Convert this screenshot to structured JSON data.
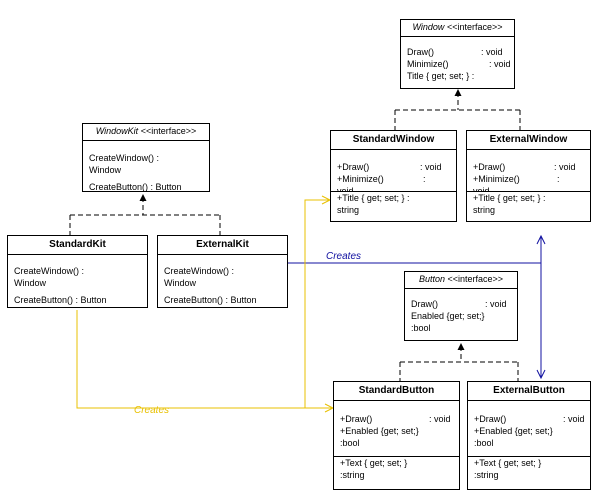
{
  "window_if": {
    "name": "Window",
    "stereo": "<<interface>>",
    "ops": [
      [
        "Draw()",
        ": void"
      ],
      [
        "Minimize()",
        ": void"
      ],
      [
        "Title { get; set; } :",
        ""
      ]
    ]
  },
  "standard_window": {
    "name": "StandardWindow",
    "ops": [
      [
        "+Draw()",
        ": void"
      ],
      [
        "+Minimize()",
        ":"
      ],
      [
        "void",
        ""
      ]
    ],
    "props": [
      [
        "+Title { get; set; } :",
        ""
      ],
      [
        "string",
        ""
      ]
    ]
  },
  "external_window": {
    "name": "ExternalWindow",
    "ops": [
      [
        "+Draw()",
        ": void"
      ],
      [
        "+Minimize()",
        ":"
      ],
      [
        "void",
        ""
      ]
    ],
    "props": [
      [
        "+Title { get; set; } :",
        ""
      ],
      [
        "string",
        ""
      ]
    ]
  },
  "windowkit_if": {
    "name": "WindowKit",
    "stereo": "<<interface>>",
    "ops": [
      "CreateWindow() :",
      "Window",
      "CreateButton() : Button"
    ]
  },
  "standard_kit": {
    "name": "StandardKit",
    "ops": [
      "CreateWindow() :",
      "Window",
      "CreateButton() : Button"
    ]
  },
  "external_kit": {
    "name": "ExternalKit",
    "ops": [
      "CreateWindow() :",
      "Window",
      "CreateButton() : Button"
    ]
  },
  "button_if": {
    "name": "Button",
    "stereo": "<<interface>>",
    "ops": [
      [
        "Draw()",
        ": void"
      ],
      [
        "Enabled {get; set;}",
        ""
      ],
      [
        ":bool",
        ""
      ]
    ]
  },
  "standard_button": {
    "name": "StandardButton",
    "ops": [
      [
        "+Draw()",
        ": void"
      ],
      [
        "+Enabled {get; set;}",
        ""
      ],
      [
        ":bool",
        ""
      ]
    ],
    "props": [
      [
        "+Text { get; set; }",
        ""
      ],
      [
        ":string",
        ""
      ]
    ]
  },
  "external_button": {
    "name": "ExternalButton",
    "ops": [
      [
        "+Draw()",
        ": void"
      ],
      [
        "+Enabled {get; set;}",
        ""
      ],
      [
        ":bool",
        ""
      ]
    ],
    "props": [
      [
        "+Text { get; set; }",
        ""
      ],
      [
        ":string",
        ""
      ]
    ]
  },
  "labels": {
    "creates_blue": "Creates",
    "creates_yellow": "Creates"
  },
  "colors": {
    "blue": "#1010a0",
    "yellow": "#e8c000",
    "line": "#000000"
  }
}
